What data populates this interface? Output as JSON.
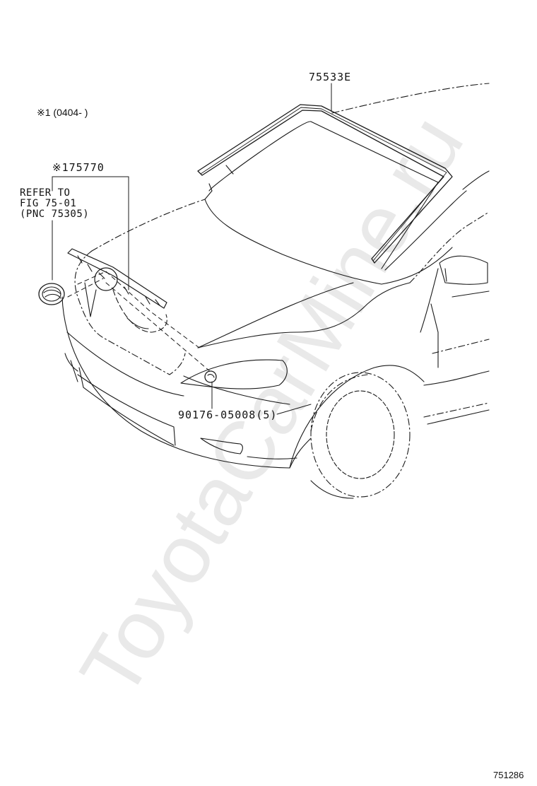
{
  "watermark": "ToyotaCarMine.ru",
  "notes": {
    "applicability": "※1 (0404-      )"
  },
  "labels": {
    "windshield_molding": "75533E",
    "hood_part": "※175770",
    "refer_line1": "REFER  TO",
    "refer_line2": "FIG  75-01",
    "refer_line3": "(PNC 75305)",
    "clip": "90176-05008(5)"
  },
  "figure_number": "751286",
  "colors": {
    "line": "#1a1a1a",
    "watermark": "#e9e9e9"
  }
}
